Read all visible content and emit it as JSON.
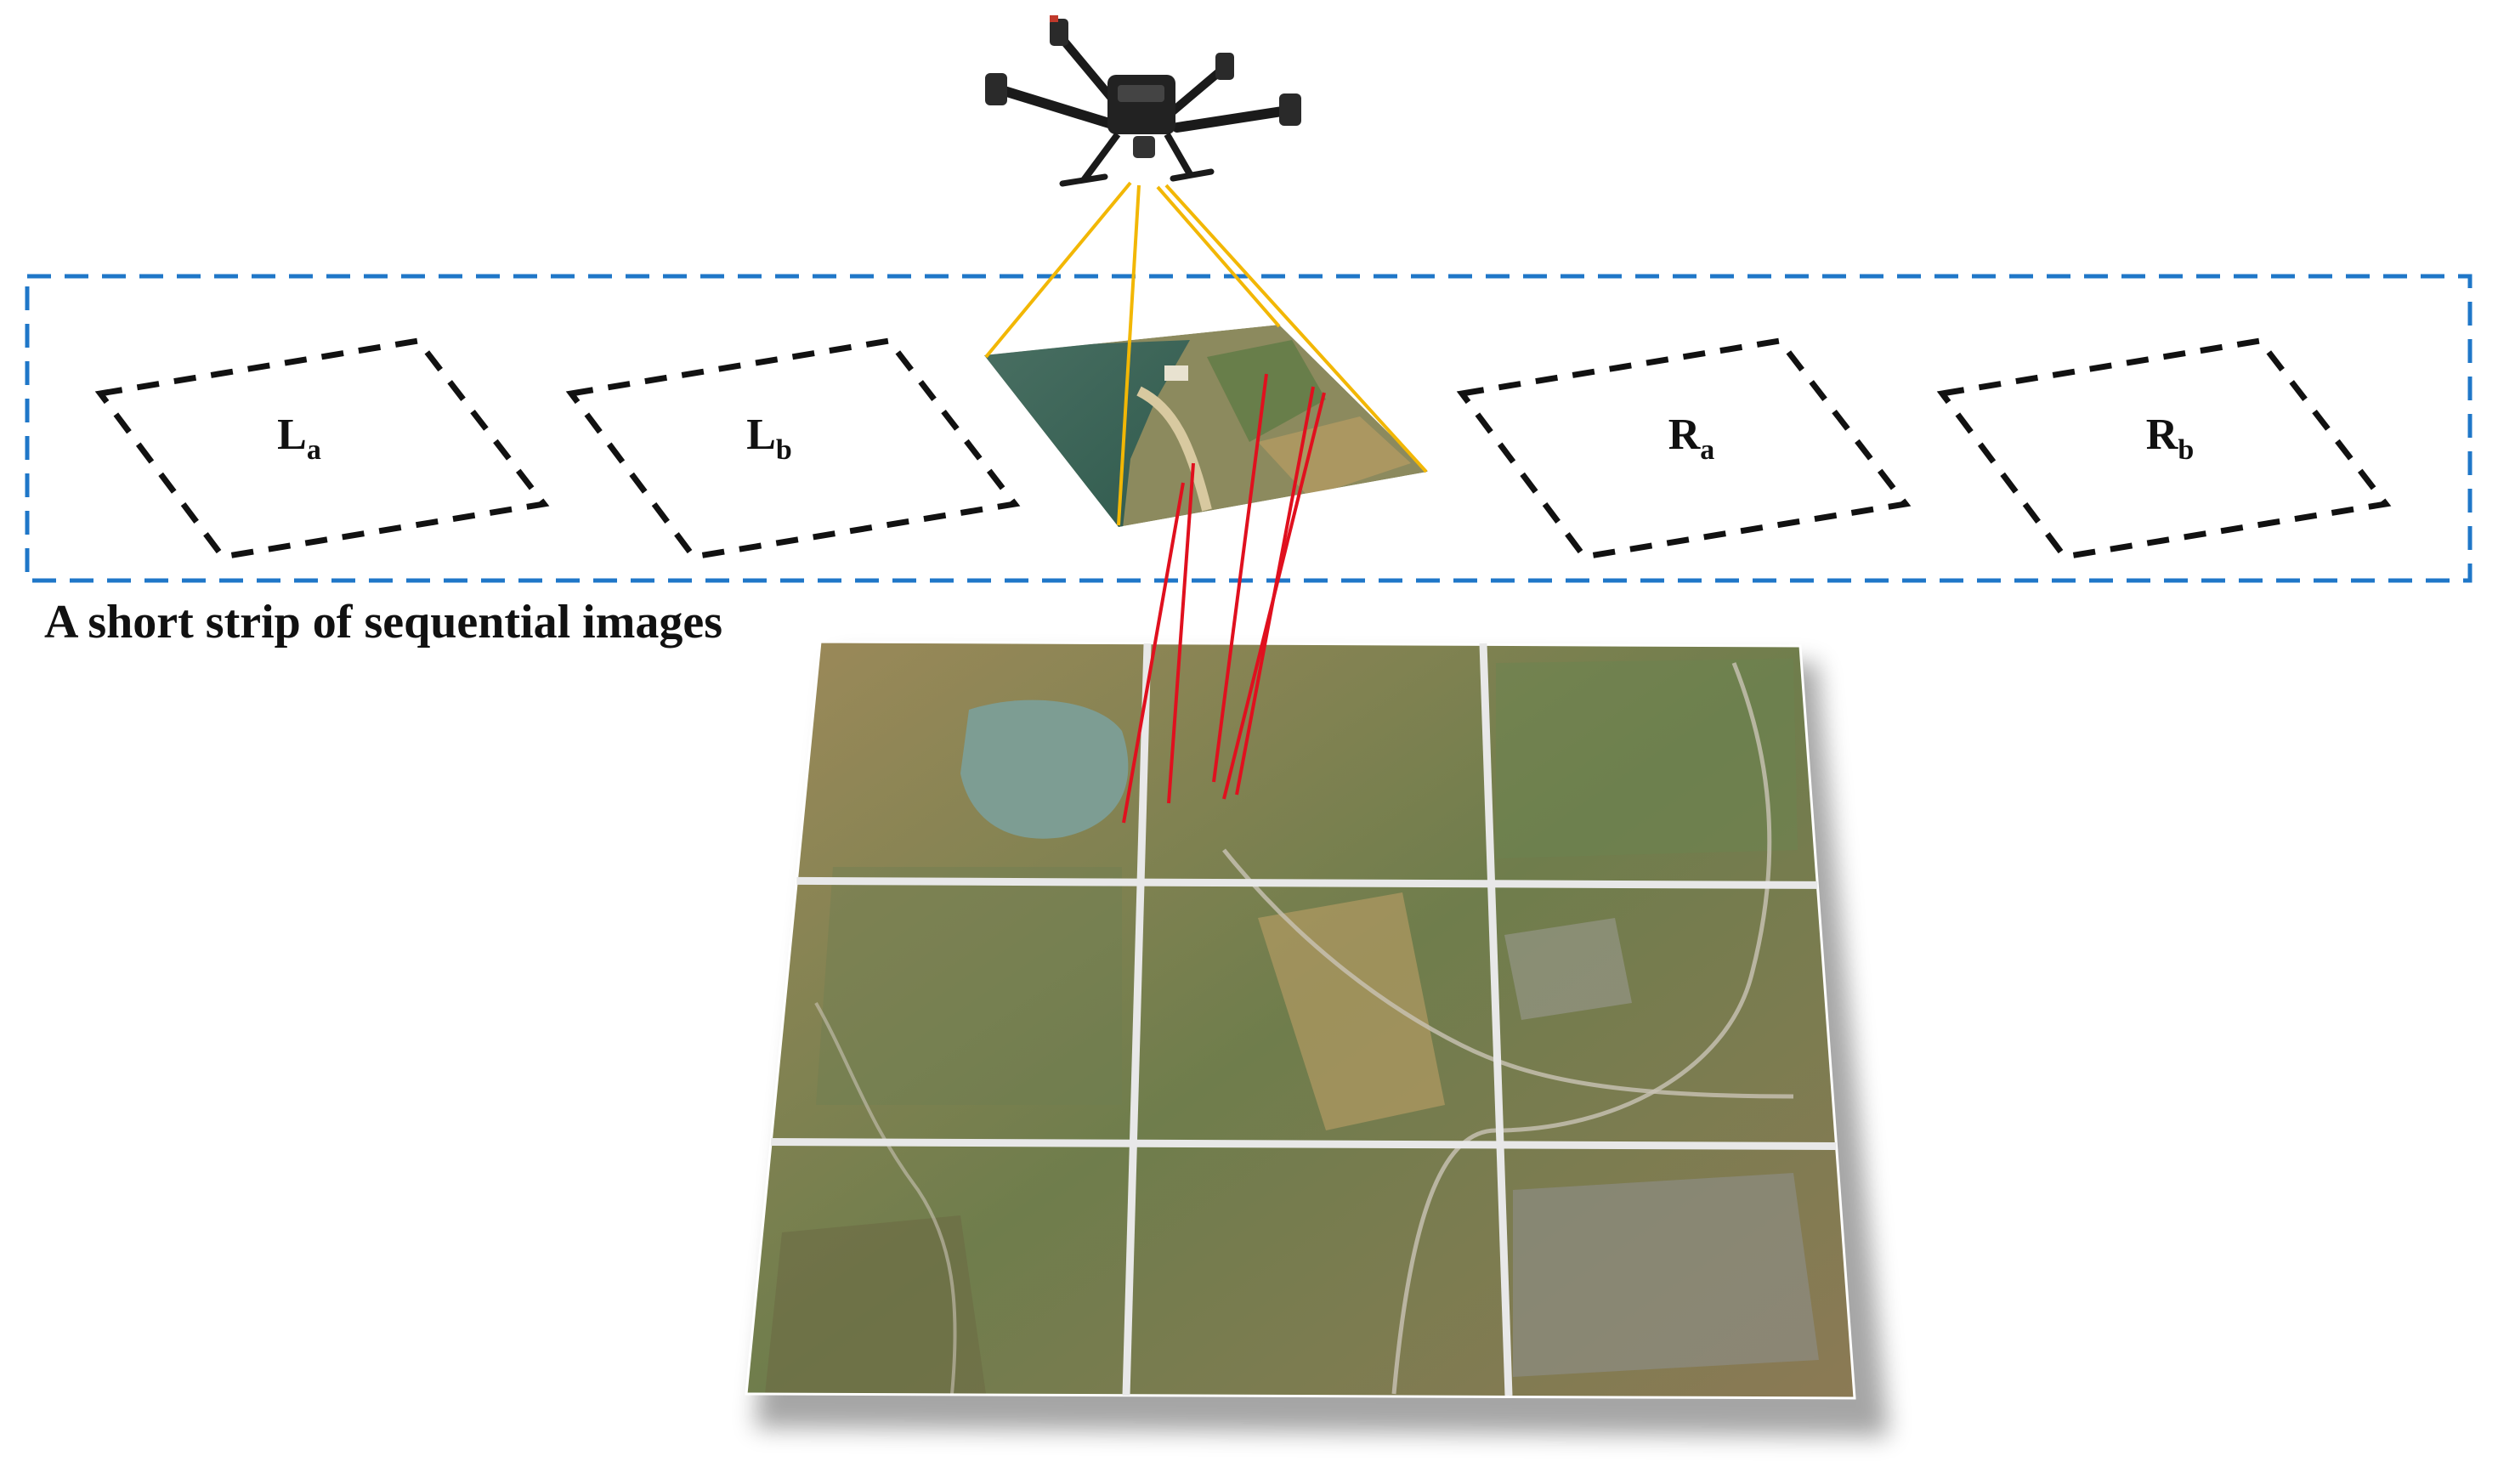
{
  "strip_caption": "A short strip of sequential images",
  "frames": [
    {
      "letter": "L",
      "sub": "a"
    },
    {
      "letter": "L",
      "sub": "b"
    },
    {
      "letter": "R",
      "sub": "a"
    },
    {
      "letter": "R",
      "sub": "b"
    }
  ],
  "colors": {
    "strip_border": "#1f77c8",
    "frame_dash": "#111111",
    "view_rays": "#f2b705",
    "match_lines": "#e0101e",
    "grid_lines": "#e8e8e8",
    "water": "#3f6b5c",
    "farmland": "#a8935f",
    "vegetation": "#5f7a45"
  },
  "map_grid": {
    "rows": 3,
    "cols": 3
  },
  "icons": [
    "drone-icon"
  ]
}
